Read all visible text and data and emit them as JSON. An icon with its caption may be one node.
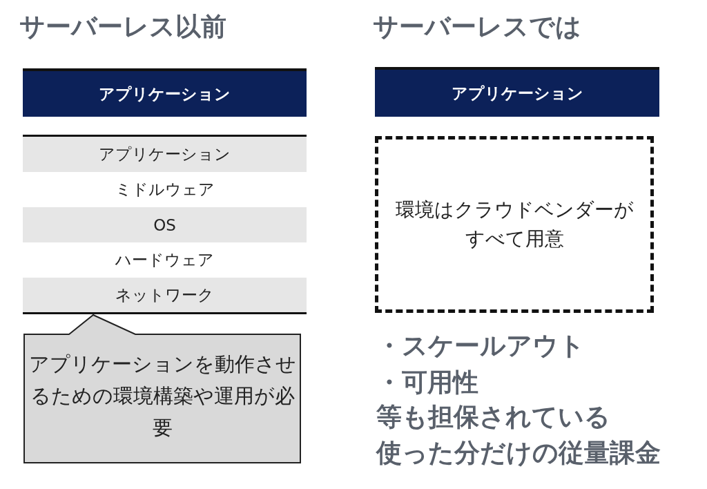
{
  "diagram": {
    "nodes": [
      {
        "text": [
          "アプリケーション"
        ]
      },
      {
        "text": [
          "アプリケーション"
        ]
      },
      {
        "text": [
          "ミドルウェア"
        ]
      },
      {
        "text": [
          "OS"
        ]
      },
      {
        "text": [
          "ハードウェア"
        ]
      },
      {
        "text": [
          "ネットワーク"
        ]
      },
      {
        "text": [
          "アプリケーションを動作させるための環境構築や運用が必要"
        ]
      },
      {
        "text": [
          "アプリケーション"
        ]
      },
      {
        "text": [
          "環境はクラウドベンダーがすべて用意"
        ]
      }
    ],
    "labels": [
      "サーバーレス以前",
      "サーバーレスでは",
      "・スケールアウト",
      "・可用性",
      "等も担保されている",
      "使った分だけの従量課金"
    ]
  }
}
